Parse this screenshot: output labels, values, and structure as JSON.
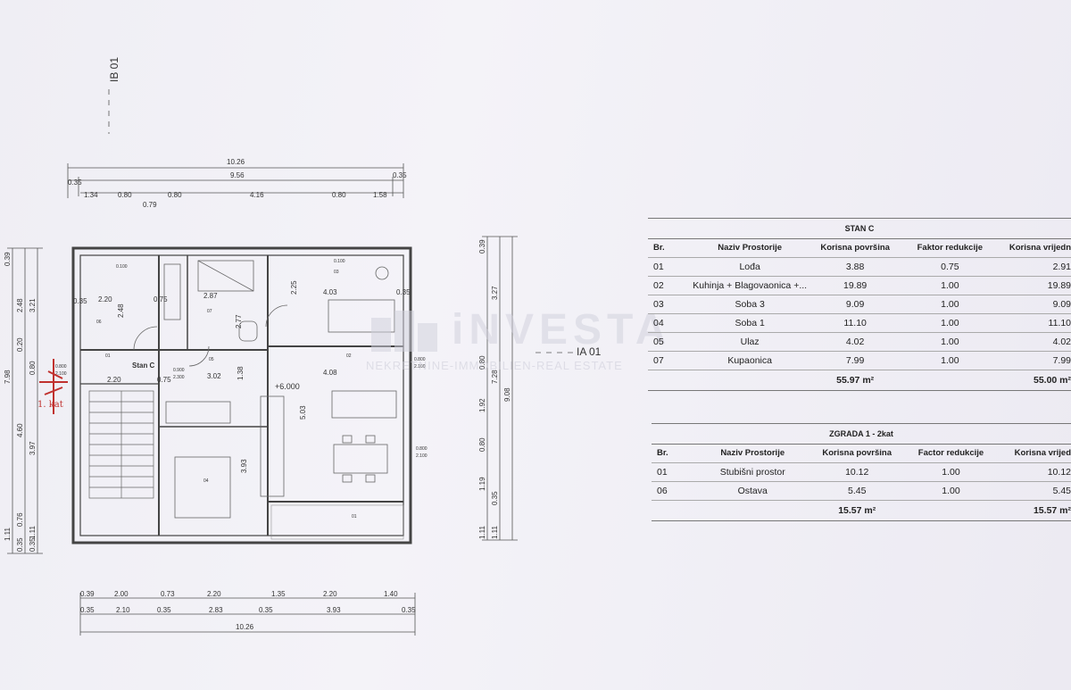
{
  "sheet": {
    "section_top": "IB 01",
    "section_right": "IA 01",
    "handwritten_note": "1. kat",
    "level_mark": "+6.000"
  },
  "dims": {
    "top_total": "10.26",
    "top_mid": "9.56",
    "top_left_offset": "0.35",
    "top_right_offset": "0.35",
    "top_segments": [
      "1.34",
      "0.80",
      "0.80",
      "4.16",
      "0.80",
      "1.58"
    ],
    "top_sub": "0.79",
    "bottom_segments": [
      "0.39",
      "2.00",
      "0.73",
      "2.20",
      "1.35",
      "2.20",
      "1.40"
    ],
    "bottom_segments2": [
      "0.35",
      "2.10",
      "0.35",
      "2.83",
      "0.35",
      "3.93",
      "0.35"
    ],
    "bottom_total": "10.26",
    "left_outer": [
      "7.98",
      "4.60",
      "1.11",
      "0.35"
    ],
    "left_mid": [
      "2.48",
      "0.20",
      "0.80",
      "3.97",
      "0.76",
      "0.35"
    ],
    "left_inner": [
      "3.21",
      "1.11",
      "0.39"
    ],
    "right_outer": "9.08",
    "right_mid": [
      "3.27",
      "7.28",
      "1.11"
    ],
    "right_inner": [
      "0.39",
      "0.80",
      "1.92",
      "0.80",
      "1.19",
      "0.35",
      "1.11"
    ],
    "room_dims": [
      "2.20",
      "2.48",
      "0.75",
      "2.87",
      "4.03",
      "2.25",
      "4.08",
      "5.03",
      "3.02",
      "3.93",
      "1.38",
      "2.20",
      "0.75",
      "0.35",
      "0.35",
      "2.77"
    ],
    "openings": [
      "0.800",
      "2.100",
      "0.100",
      "0.900",
      "2.300"
    ],
    "stair_label": "Stan C",
    "room_tags": [
      "06",
      "01",
      "07",
      "05",
      "03",
      "02",
      "04",
      "01"
    ]
  },
  "table_stan": {
    "title": "STAN C",
    "headers": [
      "Br.",
      "Naziv Prostorije",
      "Korisna površina",
      "Faktor redukcije",
      "Korisna vrijedn"
    ],
    "rows": [
      [
        "01",
        "Lođa",
        "3.88",
        "0.75",
        "2.91"
      ],
      [
        "02",
        "Kuhinja + Blagovaonica +...",
        "19.89",
        "1.00",
        "19.89"
      ],
      [
        "03",
        "Soba 3",
        "9.09",
        "1.00",
        "9.09"
      ],
      [
        "04",
        "Soba 1",
        "11.10",
        "1.00",
        "11.10"
      ],
      [
        "05",
        "Ulaz",
        "4.02",
        "1.00",
        "4.02"
      ],
      [
        "07",
        "Kupaonica",
        "7.99",
        "1.00",
        "7.99"
      ]
    ],
    "total_area": "55.97 m²",
    "total_value": "55.00 m²"
  },
  "table_zgrada": {
    "title": "ZGRADA 1 - 2kat",
    "headers": [
      "Br.",
      "Naziv Prostorije",
      "Korisna površina",
      "Factor redukcije",
      "Korisna vrijed"
    ],
    "rows": [
      [
        "01",
        "Stubišni prostor",
        "10.12",
        "1.00",
        "10.12"
      ],
      [
        "06",
        "Ostava",
        "5.45",
        "1.00",
        "5.45"
      ]
    ],
    "total_area": "15.57 m²",
    "total_value": "15.57 m²"
  },
  "watermark": {
    "name": "iNVESTA",
    "subtitle": "NEKRETNINE-IMMOBILIEN-REAL ESTATE"
  }
}
